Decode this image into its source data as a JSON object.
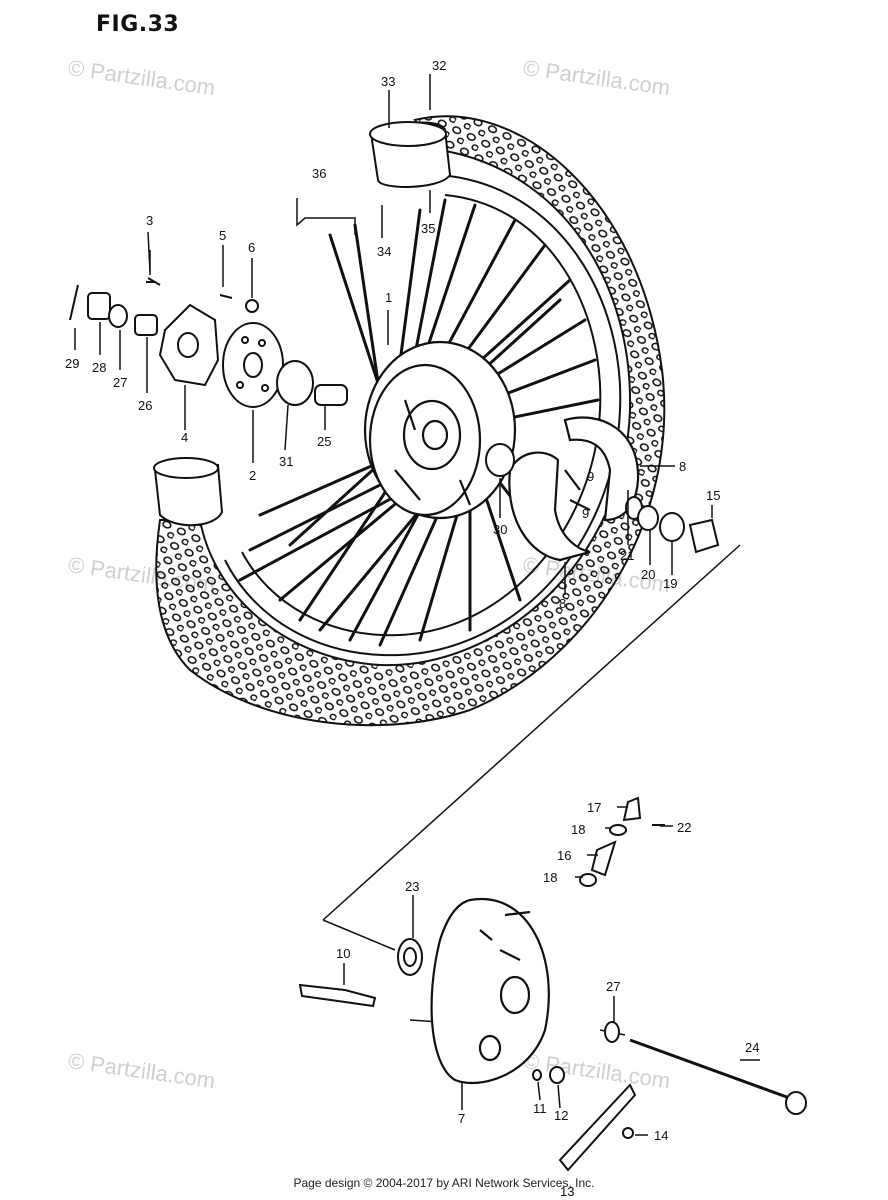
{
  "figure": {
    "title": "FIG.33",
    "watermark": "© Partzilla.com",
    "footer": "Page design © 2004-2017 by ARI Network Services, Inc."
  },
  "callouts": {
    "c1": "1",
    "c2": "2",
    "c3": "3",
    "c4": "4",
    "c5": "5",
    "c6": "6",
    "c7": "7",
    "c8a": "8",
    "c8b": "8",
    "c9a": "9",
    "c9b": "9",
    "c10": "10",
    "c11": "11",
    "c12": "12",
    "c13": "13",
    "c14": "14",
    "c15": "15",
    "c16": "16",
    "c17": "17",
    "c18a": "18",
    "c18b": "18",
    "c19": "19",
    "c20": "20",
    "c21": "21",
    "c22": "22",
    "c23": "23",
    "c24": "24",
    "c25": "25",
    "c26": "26",
    "c27a": "27",
    "c27b": "27",
    "c28": "28",
    "c29": "29",
    "c30": "30",
    "c31": "31",
    "c32": "32",
    "c33": "33",
    "c34": "34",
    "c35": "35",
    "c36": "36"
  }
}
